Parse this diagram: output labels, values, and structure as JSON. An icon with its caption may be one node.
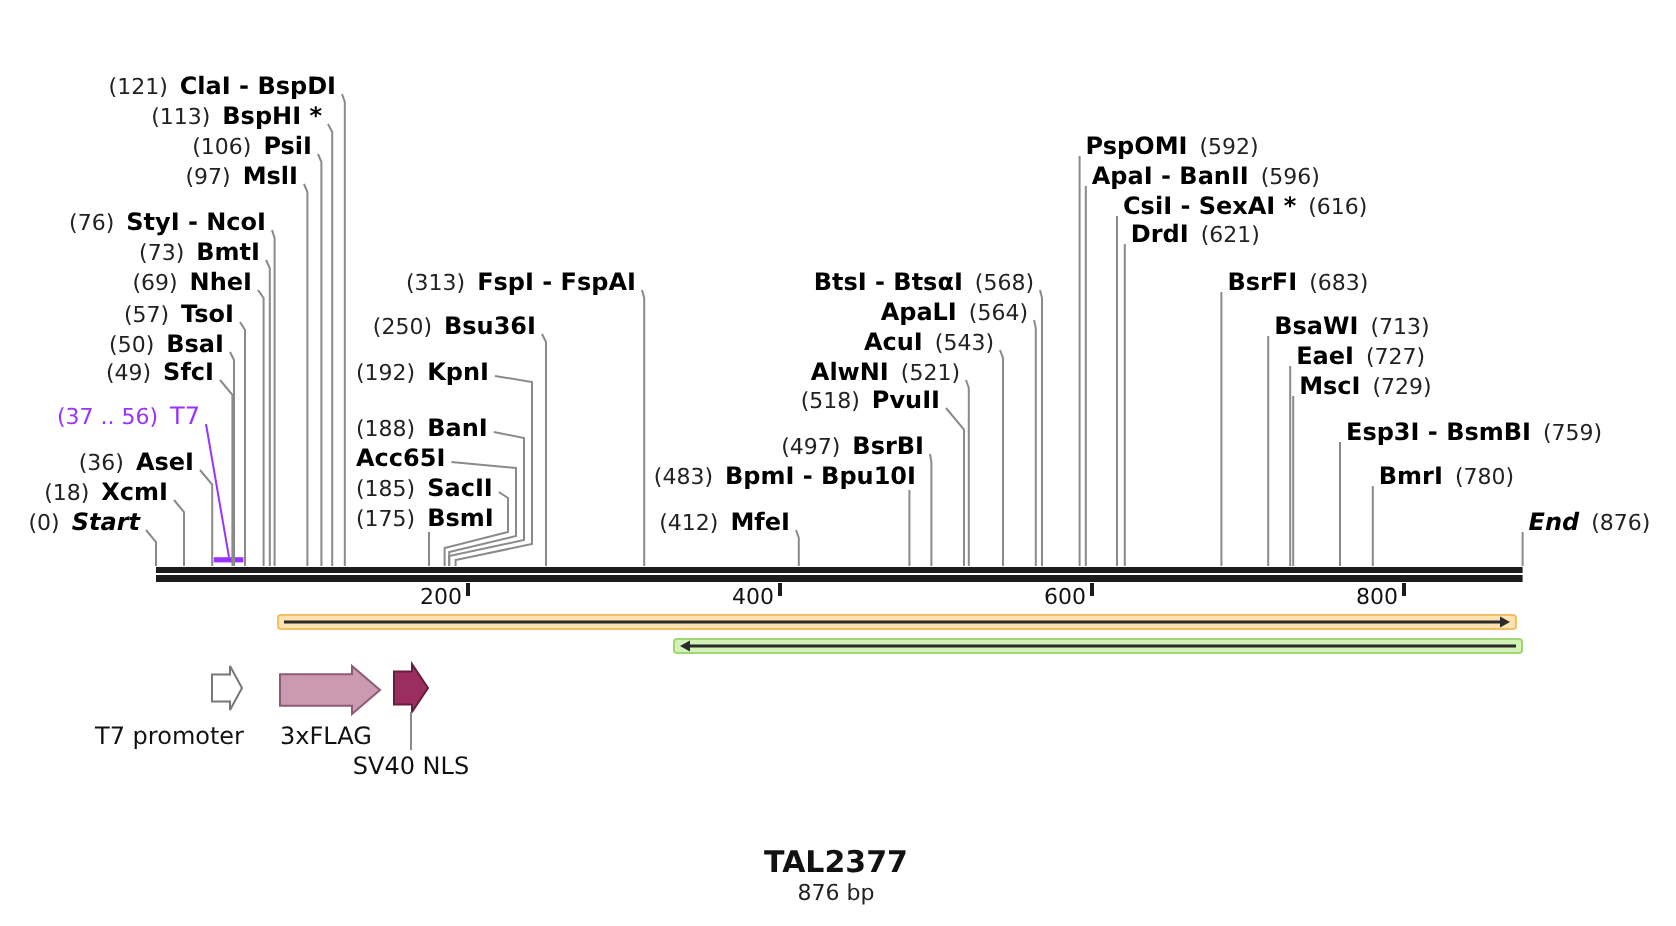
{
  "diagram": {
    "title": "TAL2377",
    "caption": "876 bp",
    "nodes": [
      {
        "text": [
          "(121)",
          "ClaI - BspDI"
        ]
      },
      {
        "text": [
          "(113)",
          "BspHI *"
        ]
      },
      {
        "text": [
          "(106)",
          "PsiI"
        ]
      },
      {
        "text": [
          "PspOMI",
          "(592)"
        ]
      },
      {
        "text": [
          "(97)",
          "MslI"
        ]
      },
      {
        "text": [
          "ApaI - BanII",
          "(596)"
        ]
      },
      {
        "text": [
          "CsiI - SexAI *",
          "(616)"
        ]
      },
      {
        "text": [
          "(76)",
          "StyI - NcoI"
        ]
      },
      {
        "text": [
          "DrdI",
          "(621)"
        ]
      },
      {
        "text": [
          "(73)",
          "BmtI"
        ]
      },
      {
        "text": [
          "(69)",
          "NheI"
        ]
      },
      {
        "text": [
          "(313)",
          "FspI - FspAI"
        ]
      },
      {
        "text": [
          "BsrFI",
          "(683)"
        ]
      },
      {
        "text": [
          "(57)",
          "TsoI"
        ]
      },
      {
        "text": [
          "(250)",
          "Bsu36I"
        ]
      },
      {
        "text": [
          "BsaWI",
          "(713)"
        ]
      },
      {
        "text": [
          "(50)",
          "BsaI"
        ]
      },
      {
        "text": [
          "EaeI",
          "(727)"
        ]
      },
      {
        "text": [
          "(49)",
          "SfcI"
        ]
      },
      {
        "text": [
          "(192)",
          "KpnI"
        ]
      },
      {
        "text": [
          "MscI",
          "(729)"
        ]
      },
      {
        "text": [
          "(518)",
          "PvuII"
        ]
      },
      {
        "text": [
          "AlwNI",
          "(521)"
        ]
      },
      {
        "text": [
          "(37 .. 56)",
          "T7"
        ]
      },
      {
        "text": [
          "(188)",
          "BanI"
        ]
      },
      {
        "text": [
          "Esp3I - BsmBI",
          "(759)"
        ]
      },
      {
        "text": [
          "(497)",
          "BsrBI"
        ]
      },
      {
        "text": [
          "AcuI",
          "(543)"
        ]
      },
      {
        "text": [
          "(36)",
          "AseI"
        ]
      },
      {
        "text": [
          "Acc65I"
        ]
      },
      {
        "text": [
          "(483)",
          "BpmI - Bpu10I"
        ]
      },
      {
        "text": [
          "BmrI",
          "(780)"
        ]
      },
      {
        "text": [
          "(18)",
          "XcmI"
        ]
      },
      {
        "text": [
          "(185)",
          "SacII"
        ]
      },
      {
        "text": [
          "ApaLI",
          "(564)"
        ]
      },
      {
        "text": [
          "(0)",
          "Start"
        ]
      },
      {
        "text": [
          "(175)",
          "BsmI"
        ]
      },
      {
        "text": [
          "(412)",
          "MfeI"
        ]
      },
      {
        "text": [
          "BtsI - BtsαI",
          "(568)"
        ]
      },
      {
        "text": [
          "End",
          "(876)"
        ]
      },
      {
        "text": [],
        "shape": "bar"
      },
      {
        "text": [],
        "shape": "bar"
      },
      {
        "text": [],
        "shape": "arrow"
      },
      {
        "text": [],
        "shape": "arrow"
      },
      {
        "text": [
          "T7 promoter"
        ]
      },
      {
        "text": [
          "3xFLAG"
        ]
      },
      {
        "text": [],
        "shape": "arrow"
      },
      {
        "text": [
          "SV40 NLS"
        ]
      }
    ],
    "edges": [
      {
        "from": 0,
        "to": 40,
        "arrow": "none"
      },
      {
        "from": 1,
        "to": 40,
        "arrow": "none"
      },
      {
        "from": 2,
        "to": 40,
        "arrow": "none"
      },
      {
        "from": 3,
        "to": 40,
        "arrow": "none"
      },
      {
        "from": 4,
        "to": 40,
        "arrow": "none"
      },
      {
        "from": 5,
        "to": 40,
        "arrow": "none"
      },
      {
        "from": 6,
        "to": 40,
        "arrow": "none"
      },
      {
        "from": 7,
        "to": 40,
        "arrow": "none"
      },
      {
        "from": 8,
        "to": 40,
        "arrow": "none"
      },
      {
        "from": 9,
        "to": 40,
        "arrow": "none"
      },
      {
        "from": 10,
        "to": 40,
        "arrow": "none"
      },
      {
        "from": 11,
        "to": 40,
        "arrow": "none"
      },
      {
        "from": 12,
        "to": 40,
        "arrow": "none"
      },
      {
        "from": 13,
        "to": 40,
        "arrow": "none"
      },
      {
        "from": 14,
        "to": 40,
        "arrow": "none"
      },
      {
        "from": 15,
        "to": 40,
        "arrow": "none"
      },
      {
        "from": 16,
        "to": 40,
        "arrow": "none"
      },
      {
        "from": 17,
        "to": 40,
        "arrow": "none"
      },
      {
        "from": 18,
        "to": 40,
        "arrow": "none"
      },
      {
        "from": 19,
        "to": 40,
        "arrow": "none"
      },
      {
        "from": 20,
        "to": 40,
        "arrow": "none"
      },
      {
        "from": 21,
        "to": 40,
        "arrow": "none"
      },
      {
        "from": 22,
        "to": 40,
        "arrow": "none"
      },
      {
        "from": 23,
        "to": 41,
        "arrow": "none",
        "color": "#9933ff"
      },
      {
        "from": 24,
        "to": 40,
        "arrow": "none"
      },
      {
        "from": 25,
        "to": 40,
        "arrow": "none"
      },
      {
        "from": 26,
        "to": 40,
        "arrow": "none"
      },
      {
        "from": 27,
        "to": 40,
        "arrow": "none"
      },
      {
        "from": 28,
        "to": 40,
        "arrow": "none"
      },
      {
        "from": 29,
        "to": 40,
        "arrow": "none"
      },
      {
        "from": 30,
        "to": 40,
        "arrow": "none"
      },
      {
        "from": 31,
        "to": 40,
        "arrow": "none"
      },
      {
        "from": 32,
        "to": 40,
        "arrow": "none"
      },
      {
        "from": 33,
        "to": 40,
        "arrow": "none"
      },
      {
        "from": 34,
        "to": 40,
        "arrow": "none"
      },
      {
        "from": 35,
        "to": 40,
        "arrow": "none"
      },
      {
        "from": 36,
        "to": 40,
        "arrow": "none"
      },
      {
        "from": 37,
        "to": 40,
        "arrow": "none"
      },
      {
        "from": 38,
        "to": 40,
        "arrow": "none"
      },
      {
        "from": 39,
        "to": 40,
        "arrow": "none"
      },
      {
        "from": 47,
        "to": 46,
        "arrow": "none"
      }
    ],
    "labels": [
      "200",
      "400",
      "600",
      "800"
    ]
  }
}
